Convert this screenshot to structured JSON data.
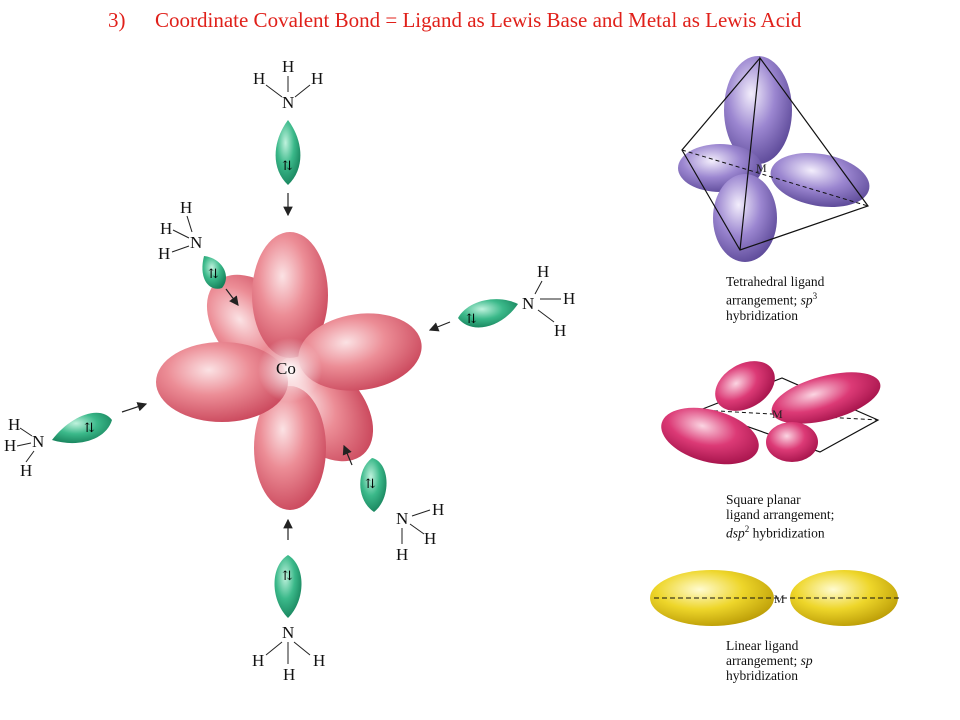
{
  "heading": {
    "number": "3)",
    "text": "Coordinate Covalent Bond = Ligand as Lewis Base and Metal as Lewis Acid"
  },
  "metal_label": "Co",
  "ligand_atoms": {
    "nitrogen": "N",
    "hydrogen": "H",
    "electron_pair": "⇅"
  },
  "geometries": [
    {
      "center": "M",
      "lines": [
        "Tetrahedral ligand",
        "arrangement; ",
        "sp",
        "3",
        "hybridization"
      ]
    },
    {
      "center": "M",
      "lines": [
        "Square planar",
        "ligand arrangement;",
        "dsp",
        "2",
        " hybridization"
      ]
    },
    {
      "center": "M",
      "lines": [
        "Linear ligand",
        "arrangement; ",
        "sp",
        "hybridization"
      ]
    }
  ],
  "colors": {
    "title": "#e0201a",
    "metal_lobes": "#e06a78",
    "ligand_lobes": "#2fa87a",
    "tetrahedral": "#8a76c4",
    "square_planar": "#d8306a",
    "linear": "#e8d21e"
  }
}
